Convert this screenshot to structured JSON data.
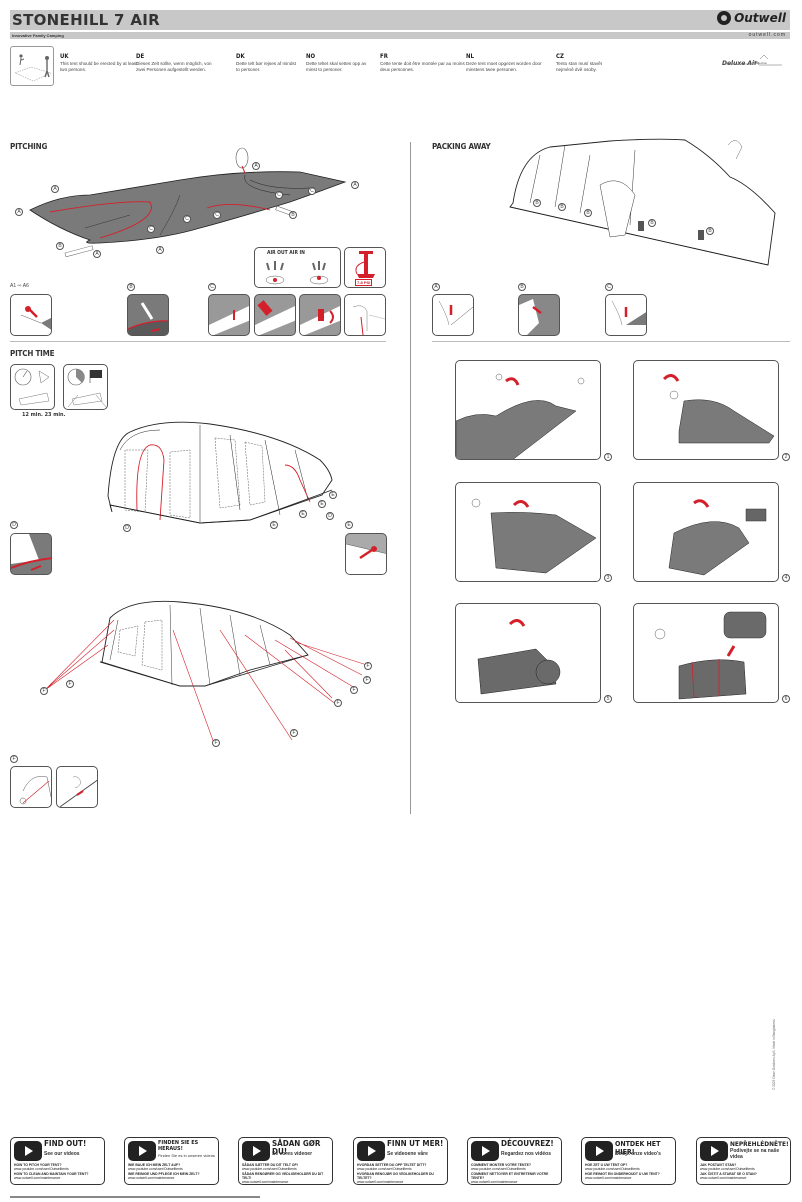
{
  "header": {
    "title": "STONEHILL 7 AIR",
    "brand": "Outwell",
    "tagline": "Innovative Family Camping",
    "website": "outwell.com"
  },
  "intro": {
    "languages": [
      {
        "code": "UK",
        "text": "This tent should be erected by at least two persons."
      },
      {
        "code": "DE",
        "text": "Dieses Zelt sollte, wenn möglich, von zwei Personen aufgestellt werden."
      },
      {
        "code": "DK",
        "text": "Dette telt bør rejses af mindst to personer."
      },
      {
        "code": "NO",
        "text": "Dette teltet skal settes opp av minst to personer."
      },
      {
        "code": "FR",
        "text": "Cette tente doit être montée par au moins deux personnes."
      },
      {
        "code": "NL",
        "text": "Deze tent moet opgezet worden door minstens twee personen."
      },
      {
        "code": "CZ",
        "text": "Tento stan musí stavět nejméně dvě osoby."
      }
    ],
    "collection": {
      "name": "Deluxe Air",
      "sub": "Collection"
    }
  },
  "pitching": {
    "title": "PITCHING",
    "labels": [
      "A1",
      "A2",
      "A3",
      "A4",
      "A5",
      "A6",
      "B",
      "C"
    ],
    "air_label": "AIR OUT AIR IN",
    "psi_label": "7-8 PSI",
    "steps": [
      {
        "label": "A1 ⇨ A6"
      },
      {
        "label": "B"
      },
      {
        "label": "C"
      }
    ]
  },
  "pitch_time": {
    "title": "PITCH TIME",
    "times": "12 min.  23 min.",
    "labels": {
      "d": "D",
      "e": "E",
      "f": "F"
    }
  },
  "packing_away": {
    "title": "PACKING AWAY",
    "labels": {
      "a": "A",
      "b": "B",
      "c": "C"
    },
    "steps": [
      "1",
      "2",
      "3",
      "4",
      "5",
      "6"
    ]
  },
  "footer": {
    "boxes": [
      {
        "title": "FIND OUT!",
        "sub": "See our videos",
        "q1": "HOW TO PITCH YOUR TENT?",
        "u1": "www.youtube.com/user/Outwelltents",
        "q2": "HOW TO CLEAN AND MAINTAIN YOUR TENT?",
        "u2": "www.outwell.com/maintenance"
      },
      {
        "title": "FINDEN SIE ES HERAUS!",
        "sub": "Finden Sie es in unseren videos",
        "q1": "WIE BAUE ICH MEIN ZELT AUF?",
        "u1": "www.youtube.com/user/Outwelltents",
        "q2": "WIE REINIGE UND PFLEGE ICH MEIN ZELT?",
        "u2": "www.outwell.com/maintenance"
      },
      {
        "title": "SÅDAN GØR DU!",
        "sub": "Se vores videoer",
        "q1": "SÅDAN SÆTTER DU DIT TELT OP!",
        "u1": "www.youtube.com/user/Outwelltents",
        "q2": "SÅDAN RENGØRER OG VEDLIGEHOLDER DU DIT TELT!",
        "u2": "www.outwell.com/maintenance"
      },
      {
        "title": "FINN UT MER!",
        "sub": "Se videoene våre",
        "q1": "HVORDAN SETTER DU OPP TELTET DITT?",
        "u1": "www.youtube.com/user/Outwelltents",
        "q2": "HVORDAN RENGJØR OG VEDLIKEHOLDER DU TELTET?",
        "u2": "www.outwell.com/maintenance"
      },
      {
        "title": "DÉCOUVREZ!",
        "sub": "Regardez nos vidéos",
        "q1": "COMMENT MONTER VOTRE TENTE?",
        "u1": "www.youtube.com/user/Outwelltents",
        "q2": "COMMENT NETTOYER ET ENTRETENIR VOTRE TENTE?",
        "u2": "www.outwell.com/maintenance"
      },
      {
        "title": "ONTDEK HET HIER!",
        "sub": "Bekijk onze video's",
        "q1": "HOE ZET U UW TENT OP?",
        "u1": "www.youtube.com/user/Outwelltents",
        "q2": "HOE REINIGT EN ONDERHOUDT U UW TENT?",
        "u2": "www.outwell.com/maintenance"
      },
      {
        "title": "NEPŘEHLÉDNĚTE!",
        "sub": "Podívejte se na naše videa",
        "q1": "JAK POSTAVIT STAN?",
        "u1": "www.youtube.com/user/Outwelltents",
        "q2": "JAK ČISTIT A STARAT SE O STAN?",
        "u2": "www.outwell.com/maintenance"
      }
    ],
    "copyright": "© 2023 Oase Outdoors ApS. Made in Bangladesh."
  },
  "colors": {
    "accent": "#d4202a",
    "fabric": "#7a7a7a",
    "bar": "#c8c8c8"
  }
}
